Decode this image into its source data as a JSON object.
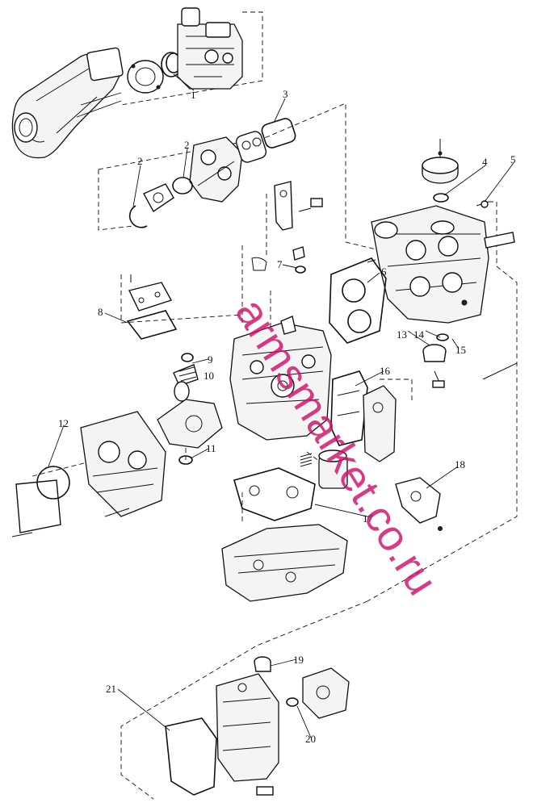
{
  "diagram": {
    "callouts": [
      "1",
      "2",
      "2",
      "3",
      "4",
      "5",
      "6",
      "7",
      "8",
      "9",
      "10",
      "11",
      "12",
      "13",
      "14",
      "15",
      "16",
      "17",
      "18",
      "19",
      "20",
      "21"
    ],
    "watermark": "armsmarket.co.ru",
    "colors": {
      "line": "#111111",
      "watermark": "#d0106a",
      "background": "#ffffff"
    }
  }
}
